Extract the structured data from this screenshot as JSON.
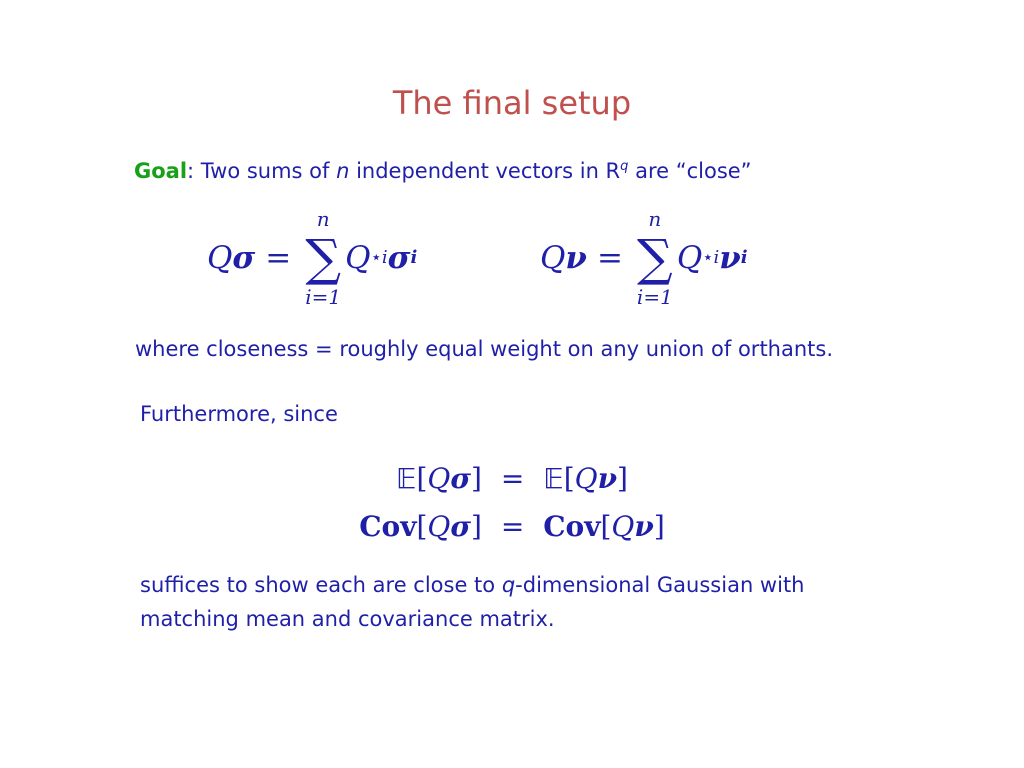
{
  "slide": {
    "title": "The final setup",
    "goal": {
      "label": "Goal",
      "text_1": ": Two sums of ",
      "n": "n",
      "text_2": " independent vectors in R",
      "q": "q",
      "text_3": " are “close”"
    },
    "formula_left": {
      "lhs_Q": "Q",
      "lhs_vec": "σ",
      "eq": "=",
      "sum_top": "n",
      "sum_sign": "∑",
      "sum_bottom": "i=1",
      "term_Q": "Q",
      "term_star": "⋆",
      "term_i": "i",
      "term_vec": "σ",
      "term_vec_sub": "i"
    },
    "formula_right": {
      "lhs_Q": "Q",
      "lhs_vec": "ν",
      "eq": "=",
      "sum_top": "n",
      "sum_sign": "∑",
      "sum_bottom": "i=1",
      "term_Q": "Q",
      "term_star": "⋆",
      "term_i": "i",
      "term_vec": "ν",
      "term_vec_sub": "i"
    },
    "closeness": "where closeness = roughly equal weight on any union of orthants.",
    "furthermore": "Furthermore, since",
    "expectation": {
      "E": "𝔼",
      "open": "[",
      "Q": "Q",
      "sigma": "σ",
      "close": "]",
      "eq": "=",
      "E2": "𝔼",
      "open2": "[",
      "Q2": "Q",
      "nu": "ν",
      "close2": "]"
    },
    "covariance": {
      "Cov": "Cov",
      "open": "[",
      "Q": "Q",
      "sigma": "σ",
      "close": "]",
      "eq": "=",
      "Cov2": "Cov",
      "open2": "[",
      "Q2": "Q",
      "nu": "ν",
      "close2": "]"
    },
    "suffices": {
      "text_1": "suffices to show each are close to ",
      "q": "q",
      "text_2": "-dimensional Gaussian with matching mean and covariance matrix."
    }
  },
  "colors": {
    "title": "#c0504d",
    "body": "#1f1fa8",
    "goal": "#18a018"
  }
}
